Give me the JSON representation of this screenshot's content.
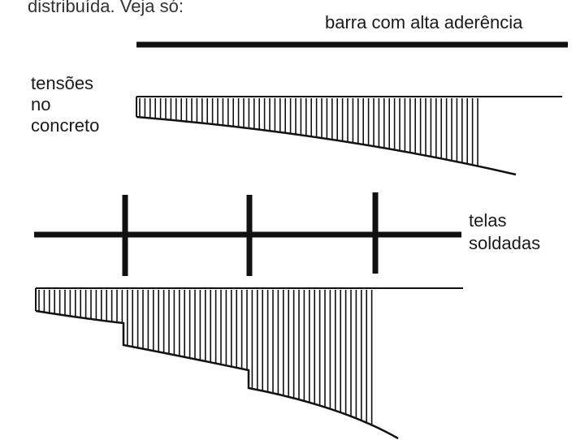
{
  "header_text": "distribuída. Veja só:",
  "bar_label": "barra  com alta aderência",
  "stress_label": [
    "tensões",
    "no",
    "concreto"
  ],
  "mesh_label": [
    "telas",
    "soldadas"
  ],
  "colors": {
    "ink": "#111111",
    "paper": "#ffffff"
  }
}
